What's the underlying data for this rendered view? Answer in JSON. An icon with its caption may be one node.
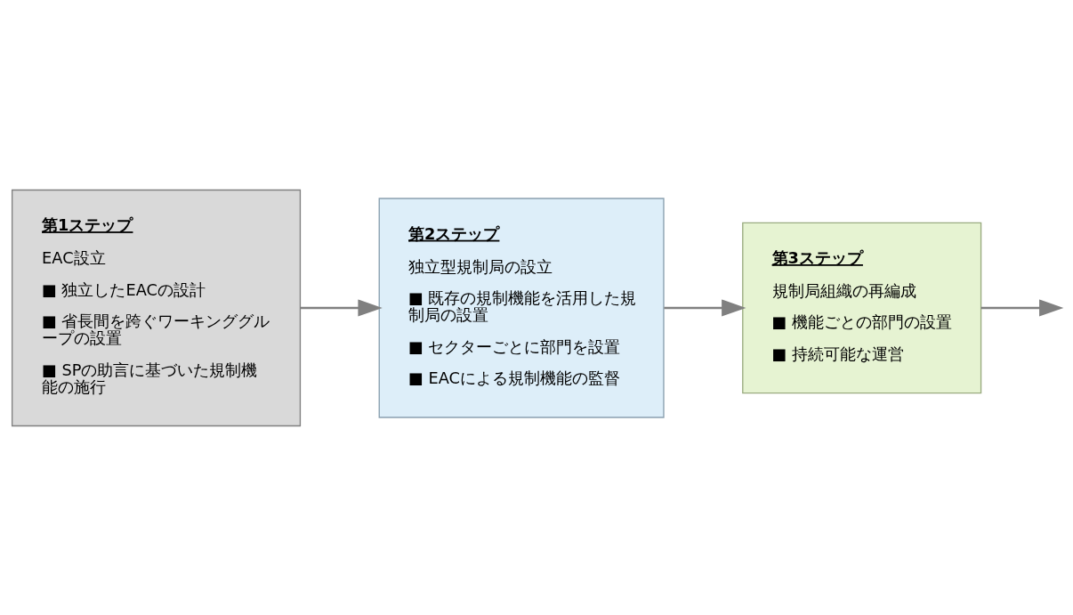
{
  "diagram": {
    "nodes": [
      {
        "text": [
          "第1ステップ",
          "EAC設立",
          "■ 独立したEACの設計",
          "■ 省長間を跨ぐワーキンググループの設置",
          "■ SPの助言に基づいた規制機能の施行"
        ]
      },
      {
        "text": [
          "第2ステップ",
          "独立型規制局の設立",
          "■ 既存の規制機能を活用した規制局の設置",
          "■ セクターごとに部門を設置",
          "■ EACによる規制機能の監督"
        ]
      },
      {
        "text": [
          "第3ステップ",
          "規制局組織の再編成",
          "■ 機能ごとの部門の設置",
          "■ 持続可能な運営"
        ]
      }
    ],
    "edges": [
      {
        "from": 0,
        "to": 1,
        "arrow": "to"
      },
      {
        "from": 1,
        "to": 2,
        "arrow": "to"
      },
      {
        "from": 2,
        "to": null,
        "arrow": "to"
      }
    ]
  }
}
